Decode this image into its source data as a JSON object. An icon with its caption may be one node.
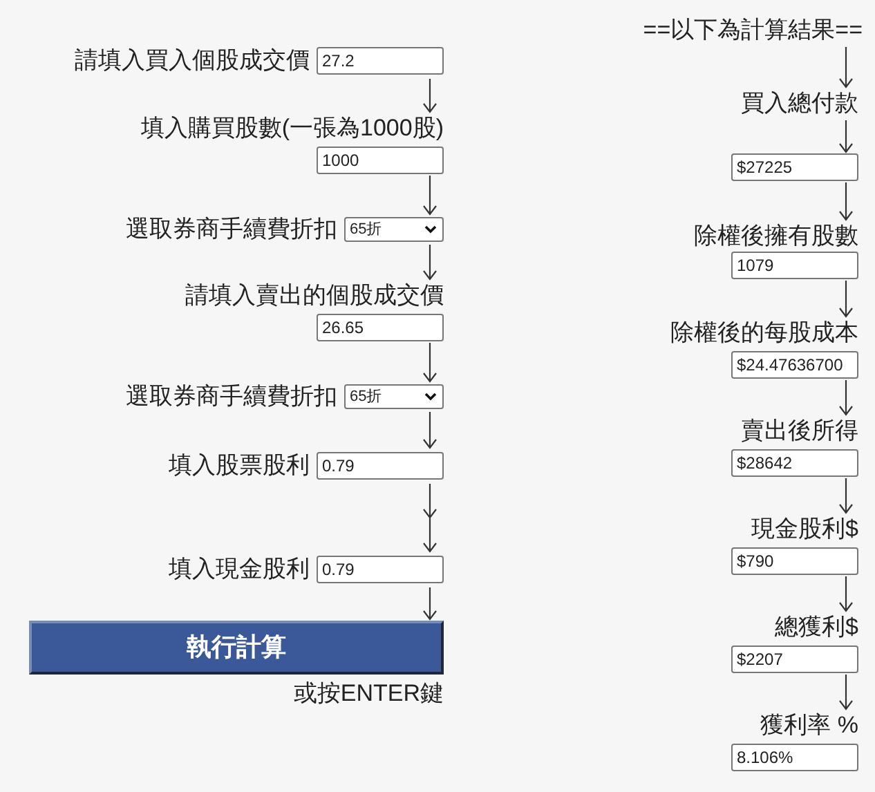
{
  "diagram": {
    "nodes": [
      {
        "text": [
          "請填入買入個股成交價",
          "27.2"
        ]
      },
      {
        "text": [
          "填入購買股數(一張為1000股)",
          "1000"
        ]
      },
      {
        "text": [
          "選取券商手續費折扣",
          "65折"
        ]
      },
      {
        "text": [
          "請填入賣出的個股成交價",
          "26.65"
        ]
      },
      {
        "text": [
          "選取券商手續費折扣",
          "65折"
        ]
      },
      {
        "text": [
          "填入股票股利",
          "0.79"
        ]
      },
      {
        "text": [
          "填入現金股利",
          "0.79"
        ]
      },
      {
        "text": [
          "執行計算"
        ],
        "beside": [
          "或按ENTER鍵"
        ]
      },
      {
        "text": [
          "==以下為計算結果=="
        ]
      },
      {
        "text": [
          "買入總付款"
        ]
      },
      {
        "text": [
          "$27225"
        ]
      },
      {
        "text": [
          "除權後擁有股數",
          "1079"
        ]
      },
      {
        "text": [
          "除權後的每股成本",
          "$24.47636700"
        ]
      },
      {
        "text": [
          "賣出後所得",
          "$28642"
        ]
      },
      {
        "text": [
          "現金股利$",
          "$790"
        ]
      },
      {
        "text": [
          "總獲利$",
          "$2207"
        ]
      },
      {
        "text": [
          "獲利率 %",
          "8.106%"
        ]
      }
    ],
    "edges": [
      {
        "from": 0,
        "to": 1,
        "arrow": "to"
      },
      {
        "from": 1,
        "to": 2,
        "arrow": "to"
      },
      {
        "from": 2,
        "to": 3,
        "arrow": "to"
      },
      {
        "from": 3,
        "to": 4,
        "arrow": "to"
      },
      {
        "from": 4,
        "to": 5,
        "arrow": "to"
      },
      {
        "from": 5,
        "to": 6,
        "arrow": "to"
      },
      {
        "from": 6,
        "to": 7,
        "arrow": "to"
      },
      {
        "from": 8,
        "to": 9,
        "arrow": "to"
      },
      {
        "from": 9,
        "to": 10,
        "arrow": "to"
      },
      {
        "from": 10,
        "to": 11,
        "arrow": "to"
      },
      {
        "from": 11,
        "to": 12,
        "arrow": "to"
      },
      {
        "from": 12,
        "to": 13,
        "arrow": "to"
      },
      {
        "from": 13,
        "to": 14,
        "arrow": "to"
      },
      {
        "from": 14,
        "to": 15,
        "arrow": "to"
      },
      {
        "from": 15,
        "to": 16,
        "arrow": "to"
      }
    ]
  }
}
